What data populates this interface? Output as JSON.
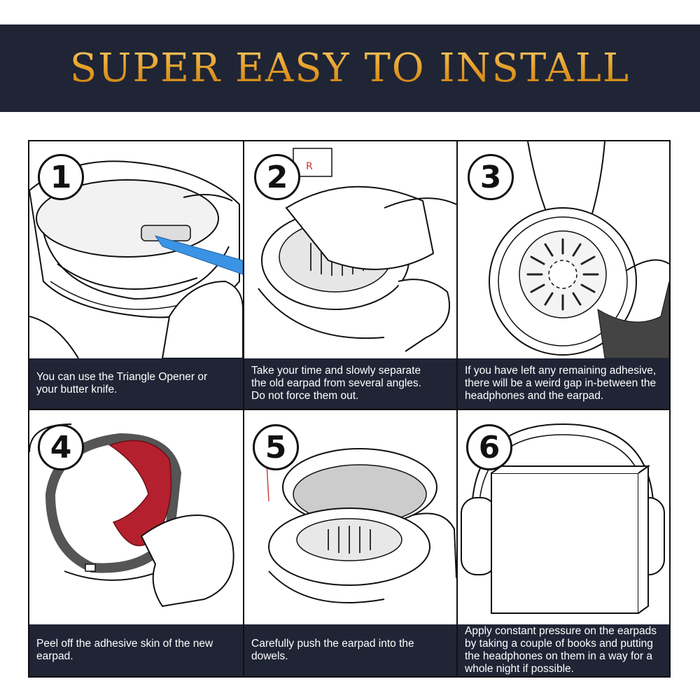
{
  "banner": {
    "title": "SUPER EASY TO INSTALL"
  },
  "colors": {
    "banner_bg": "#1f2535",
    "title_gold": "#e9a531",
    "caption_bg": "#1f2535",
    "adhesive_red": "#b4202e",
    "opener_blue": "#2f8ee0"
  },
  "steps": [
    {
      "number": "1",
      "caption": "You can use the Triangle Opener or\nyour butter knife."
    },
    {
      "number": "2",
      "caption": "Take your time and slowly separate\nthe old earpad from several angles.\nDo not force them out."
    },
    {
      "number": "3",
      "caption": "If you have left any remaining adhesive,\nthere will be a weird gap in-between the\nheadphones and the earpad."
    },
    {
      "number": "4",
      "caption": "Peel off the adhesive skin of the new\nearpad."
    },
    {
      "number": "5",
      "caption": "Carefully push the earpad into the\ndowels."
    },
    {
      "number": "6",
      "caption": "Apply constant pressure on the earpads\nby taking a couple of books and putting\nthe headphones on them in a way for a\nwhole night if possible."
    }
  ],
  "icons": {
    "step1": "triangle-opener-illustration",
    "step2": "separate-earpad-illustration",
    "step3": "speaker-grille-illustration",
    "step4": "adhesive-peel-illustration",
    "step5": "push-earpad-illustration",
    "step6": "books-pressure-illustration"
  }
}
